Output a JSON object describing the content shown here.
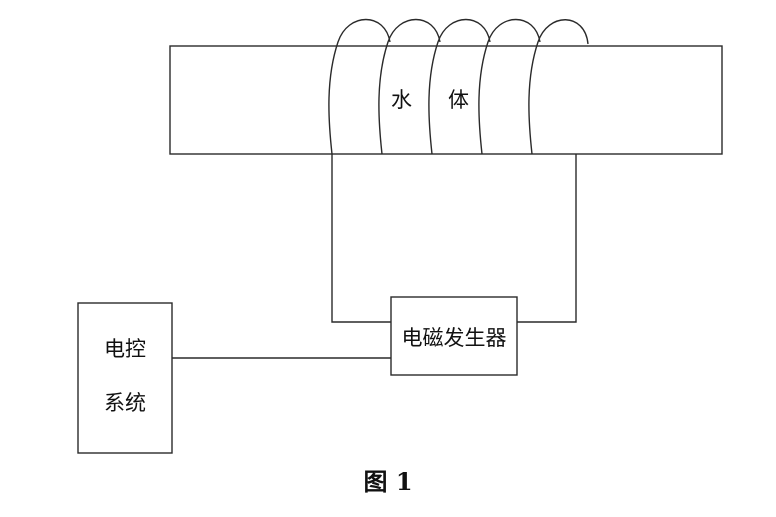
{
  "diagram": {
    "water_label": "水",
    "body_label": "体",
    "generator_label": "电磁发生器",
    "control_label_line1": "电控",
    "control_label_line2": "系统",
    "caption": "图 1"
  }
}
